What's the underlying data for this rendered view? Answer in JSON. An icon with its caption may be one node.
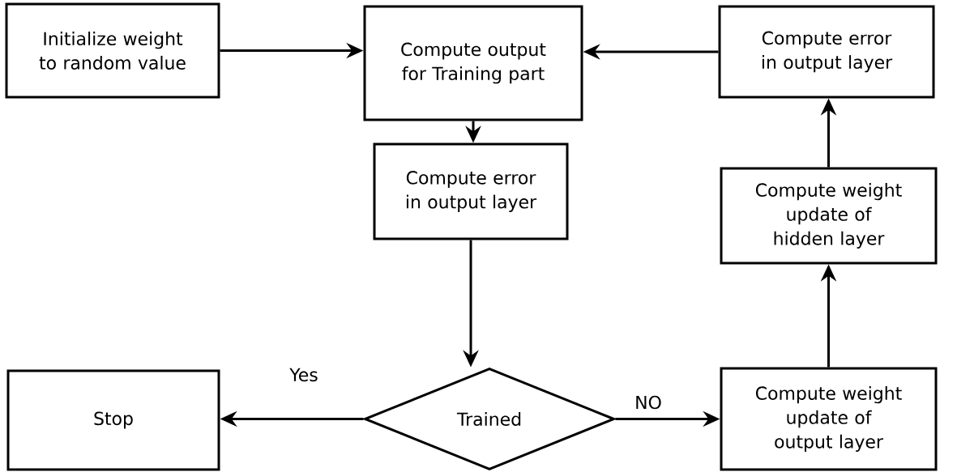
{
  "diagram": {
    "nodes": [
      {
        "text": [
          "Initialize weight to random value"
        ]
      },
      {
        "text": [
          "Compute output for Training part"
        ]
      },
      {
        "text": [
          "Compute error in output layer"
        ]
      },
      {
        "text": [
          "Compute error in output layer"
        ]
      },
      {
        "text": [
          "Compute weight update of hidden layer"
        ]
      },
      {
        "text": [
          "Stop"
        ]
      },
      {
        "text": [
          "Trained"
        ]
      },
      {
        "text": [
          "Compute weight update of output layer"
        ]
      }
    ],
    "edges": [
      {
        "from": 0,
        "to": 1,
        "arrow": "to"
      },
      {
        "from": 2,
        "to": 1,
        "arrow": "to"
      },
      {
        "from": 1,
        "to": 3,
        "arrow": "to"
      },
      {
        "from": 3,
        "to": 6,
        "arrow": "to"
      },
      {
        "from": 6,
        "to": 5,
        "arrow": "to",
        "label": "Yes"
      },
      {
        "from": 6,
        "to": 7,
        "arrow": "to",
        "label": "NO"
      },
      {
        "from": 7,
        "to": 4,
        "arrow": "to"
      },
      {
        "from": 4,
        "to": 2,
        "arrow": "to"
      }
    ]
  }
}
